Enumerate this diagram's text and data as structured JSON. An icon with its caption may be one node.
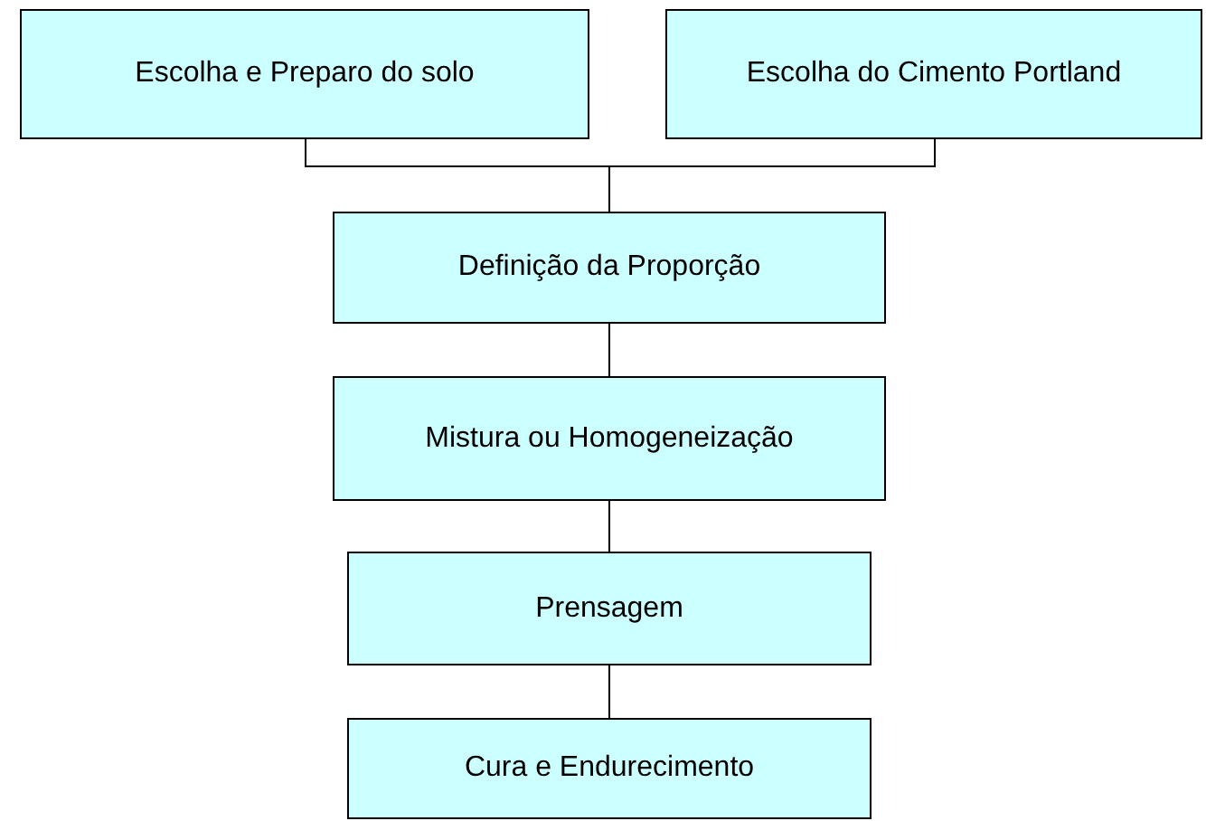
{
  "diagram": {
    "nodes": [
      {
        "text": [
          "Escolha e Preparo do solo"
        ]
      },
      {
        "text": [
          "Escolha do Cimento Portland"
        ]
      },
      {
        "text": [
          "Definição da Proporção"
        ]
      },
      {
        "text": [
          "Mistura ou Homogeneização"
        ]
      },
      {
        "text": [
          "Prensagem"
        ]
      },
      {
        "text": [
          "Cura e Endurecimento"
        ]
      }
    ],
    "edges": [
      {
        "from": 0,
        "to": 2,
        "arrow": "none"
      },
      {
        "from": 1,
        "to": 2,
        "arrow": "none"
      },
      {
        "from": 2,
        "to": 3,
        "arrow": "none"
      },
      {
        "from": 3,
        "to": 4,
        "arrow": "none"
      },
      {
        "from": 4,
        "to": 5,
        "arrow": "none"
      }
    ]
  }
}
